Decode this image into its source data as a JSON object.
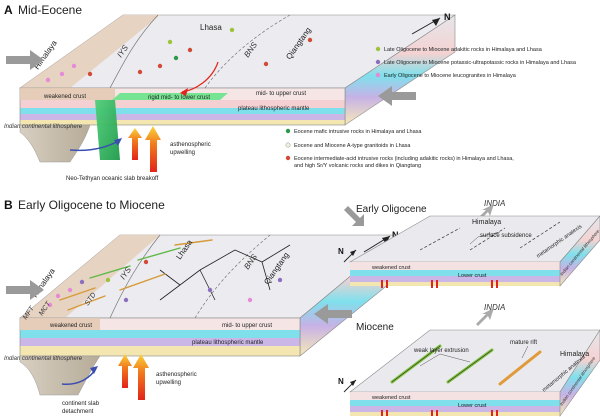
{
  "panel_a": {
    "letter": "A",
    "title": "Mid-Eocene",
    "north": "N",
    "regions": [
      "Himalaya",
      "IYS",
      "Lhasa",
      "BNS",
      "Qiangtang"
    ],
    "layers": {
      "weakened_crust": "weakened crust",
      "rigid_crust": "rigid mid- to lower crust",
      "upper_crust": "mid- to upper crust",
      "mantle": "plateau lithospheric mantle",
      "indian_lith": "Indian continental lithosphere"
    },
    "upwelling": "asthenospheric upwelling",
    "slab": "Neo-Tethyan oceanic slab breakoff",
    "legend_top": [
      {
        "label": "Late Oligocene  to Miocene adakitic rocks in Himalaya and  Lhasa",
        "color": "#9cc43a"
      },
      {
        "label": "Late Oligocene  to Miocene potassic-ultrapotassic rocks in Himalaya and  Lhasa",
        "color": "#8a6fc0"
      },
      {
        "label": "Early Oligocene  to Miocene leucogranites in Himalaya",
        "color": "#e58ad6"
      }
    ],
    "legend_bottom": [
      {
        "label": "Eocene  mafic intrusive rocks in Himalaya and  Lhasa",
        "color": "#2a9a4a"
      },
      {
        "label": "Eocene  and Miocene A-type granitoids in Lhasa",
        "color": "#f3efe0"
      },
      {
        "label": "Eocene  intermediate-acid intrusive rocks (including adakitic rocks) in Himalaya and Lhasa,",
        "color": "#d24a36"
      },
      {
        "label": "and high Sr/Y volcanic rocks and dikes in Qiangtang",
        "color": ""
      }
    ]
  },
  "panel_b": {
    "letter": "B",
    "title": "Early Oligocene to Miocene",
    "north": "N",
    "regions": [
      "Himalaya",
      "IYS",
      "Lhasa",
      "BNS",
      "Qiangtang"
    ],
    "faults": [
      "MFT",
      "MCT",
      "STD"
    ],
    "layers": {
      "weakened_crust": "weakened crust",
      "upper_crust": "mid- to upper crust",
      "mantle": "plateau lithospheric mantle",
      "indian_lith": "Indian continental lithosphere"
    },
    "upwelling": "asthenospheric upwelling",
    "slab": "continent slab detachment"
  },
  "inset_oligocene": {
    "title": "Early Oligocene",
    "india": "INDIA",
    "north": "N",
    "himalaya": "Himalaya",
    "subsidence": "surface subsidence",
    "metamorphic": "metamorphic anatexis",
    "weakened": "weakened crust",
    "lower": "Lower crust",
    "edge_label": "Indian continental lithosphere"
  },
  "inset_miocene": {
    "title": "Miocene",
    "india": "INDIA",
    "north": "N",
    "himalaya": "Himalaya",
    "extrusion": "weak layer extrusion",
    "rift": "mature rift",
    "metamorphic": "metamorphic anatexis",
    "weakened": "weakened crust",
    "lower": "Lower crust",
    "edge_label": "Indian continental lithosphere"
  }
}
